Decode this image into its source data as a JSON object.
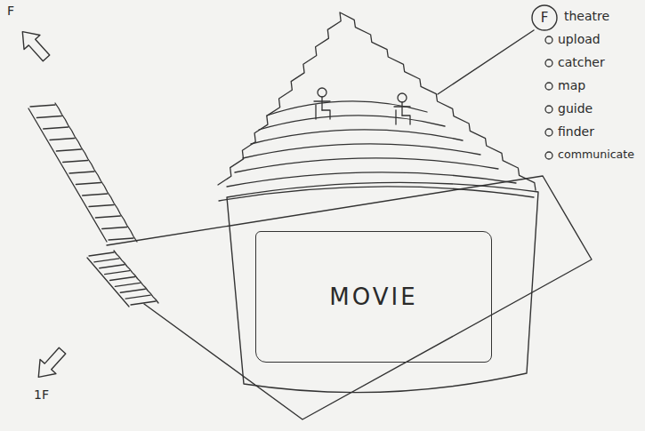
{
  "diagram": {
    "nodes": [
      {
        "text": [
          "F"
        ]
      },
      {
        "text": [
          "MOVIE"
        ]
      }
    ],
    "labels": [
      "theatre",
      "upload",
      "catcher",
      "map",
      "guide",
      "finder",
      "communicate",
      "F",
      "1F"
    ]
  }
}
